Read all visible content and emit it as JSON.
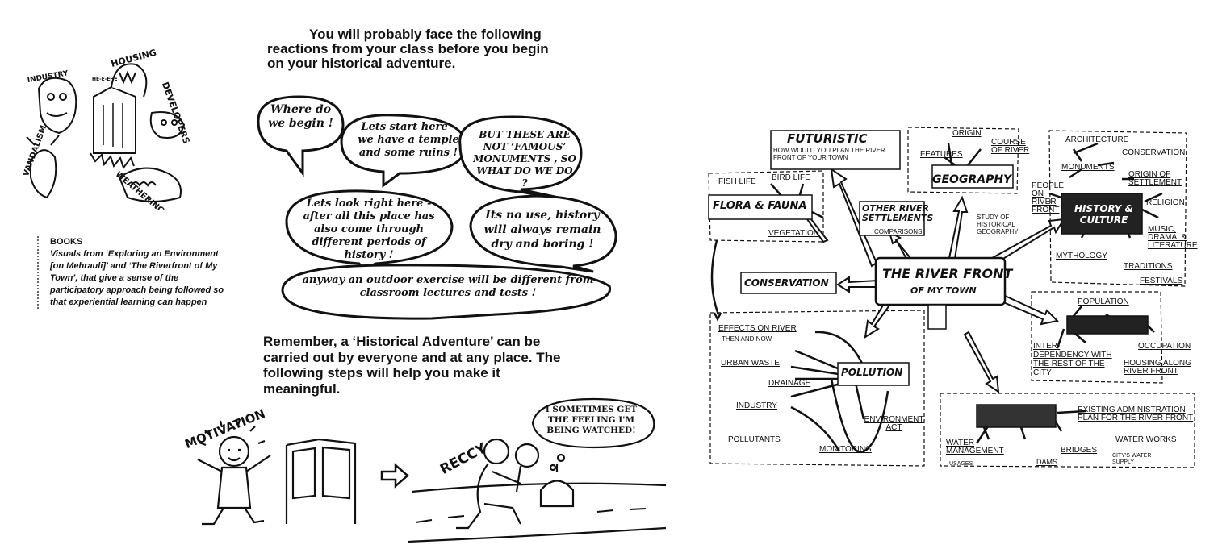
{
  "caption": {
    "heading": "BOOKS",
    "body": "Visuals from ‘Exploring an Environment [on Mehrauli]’ and ‘The Riverfront of My Town’, that give a sense of the participatory approach being followed so that experiential learning can happen"
  },
  "intro": {
    "line1": "You will probably face the following",
    "line2": "reactions from your class before you begin",
    "line3": "on your historical adventure."
  },
  "bubbles": {
    "b1": "Where do we begin !",
    "b2": "Lets start here - we have a temple and some ruins !",
    "b3": "BUT THESE ARE NOT ‘FAMOUS’ MONUMENTS , SO WHAT DO WE DO ?",
    "b4": "Lets look right here - after all this place has also come through different periods of history !",
    "b5": "Its no use, history will always remain dry and boring !",
    "b6": "anyway an outdoor exercise will be different from classroom lectures and tests !"
  },
  "remember": {
    "line1": "Remember, a ‘Historical Adventure’ can be",
    "line2": "carried out by everyone and at any place. The",
    "line3": "following steps will help you make it",
    "line4": "meaningful."
  },
  "steps": {
    "motivation": "MOTIVATION",
    "reccy": "RECCY",
    "thought": "I SOMETIMES GET THE FEELING I'M BEING WATCHED!"
  },
  "cartoon": {
    "housing": "HOUSING",
    "industry": "INDUSTRY",
    "developers": "DEVELOPERS",
    "vandalism": "VANDALISM",
    "weathering": "WEATHERING",
    "noise": "HE-E-EHE"
  },
  "mindmap": {
    "center": "THE RIVER FRONT",
    "center_sub": "OF MY TOWN",
    "futuristic": "FUTURISTIC",
    "futuristic_sub": "HOW WOULD YOU PLAN THE RIVER FRONT OF YOUR TOWN",
    "geography": "GEOGRAPHY",
    "origin": "ORIGIN",
    "features": "FEATURES",
    "course": "COURSE OF RIVER",
    "study": "STUDY OF HISTORICAL GEOGRAPHY",
    "other_river": "OTHER RIVER SETTLEMENTS",
    "comparisons": "COMPARISONS",
    "flora": "FLORA & FAUNA",
    "fish": "FISH LIFE",
    "bird": "BIRD LIFE",
    "vegetation": "VEGETATION",
    "conservation": "CONSERVATION",
    "history": "HISTORY & CULTURE",
    "architecture": "ARCHITECTURE",
    "monuments": "MONUMENTS",
    "conservation2": "CONSERVATION",
    "origin_settlement": "ORIGIN OF SETTLEMENT",
    "people": "PEOPLE ON RIVER FRONT",
    "religion": "RELIGION",
    "music": "MUSIC, DRAMA, & LITERATURE",
    "mythology": "MYTHOLOGY",
    "traditions": "TRADITIONS",
    "festivals": "FESTIVALS",
    "population": "POPULATION",
    "interdependency": "INTER-DEPENDENCY WITH THE REST OF THE CITY",
    "occupation": "OCCUPATION",
    "housing_along": "HOUSING ALONG RIVER FRONT",
    "pollution": "POLLUTION",
    "effects": "EFFECTS ON RIVER",
    "then_now": "THEN AND NOW",
    "urban_waste": "URBAN WASTE",
    "drainage": "DRAINAGE",
    "industry": "INDUSTRY",
    "pollutants": "POLLUTANTS",
    "monitoring": "MONITORING",
    "env_act": "ENVIRONMENT ACT",
    "existing_admin": "EXISTING ADMINISTRATION PLAN FOR THE RIVER FRONT",
    "water_mgmt": "WATER MANAGEMENT",
    "usages": "USAGES",
    "dams": "DAMS",
    "bridges": "BRIDGES",
    "water_works": "WATER WORKS",
    "water_supply": "CITY'S WATER SUPPLY"
  }
}
